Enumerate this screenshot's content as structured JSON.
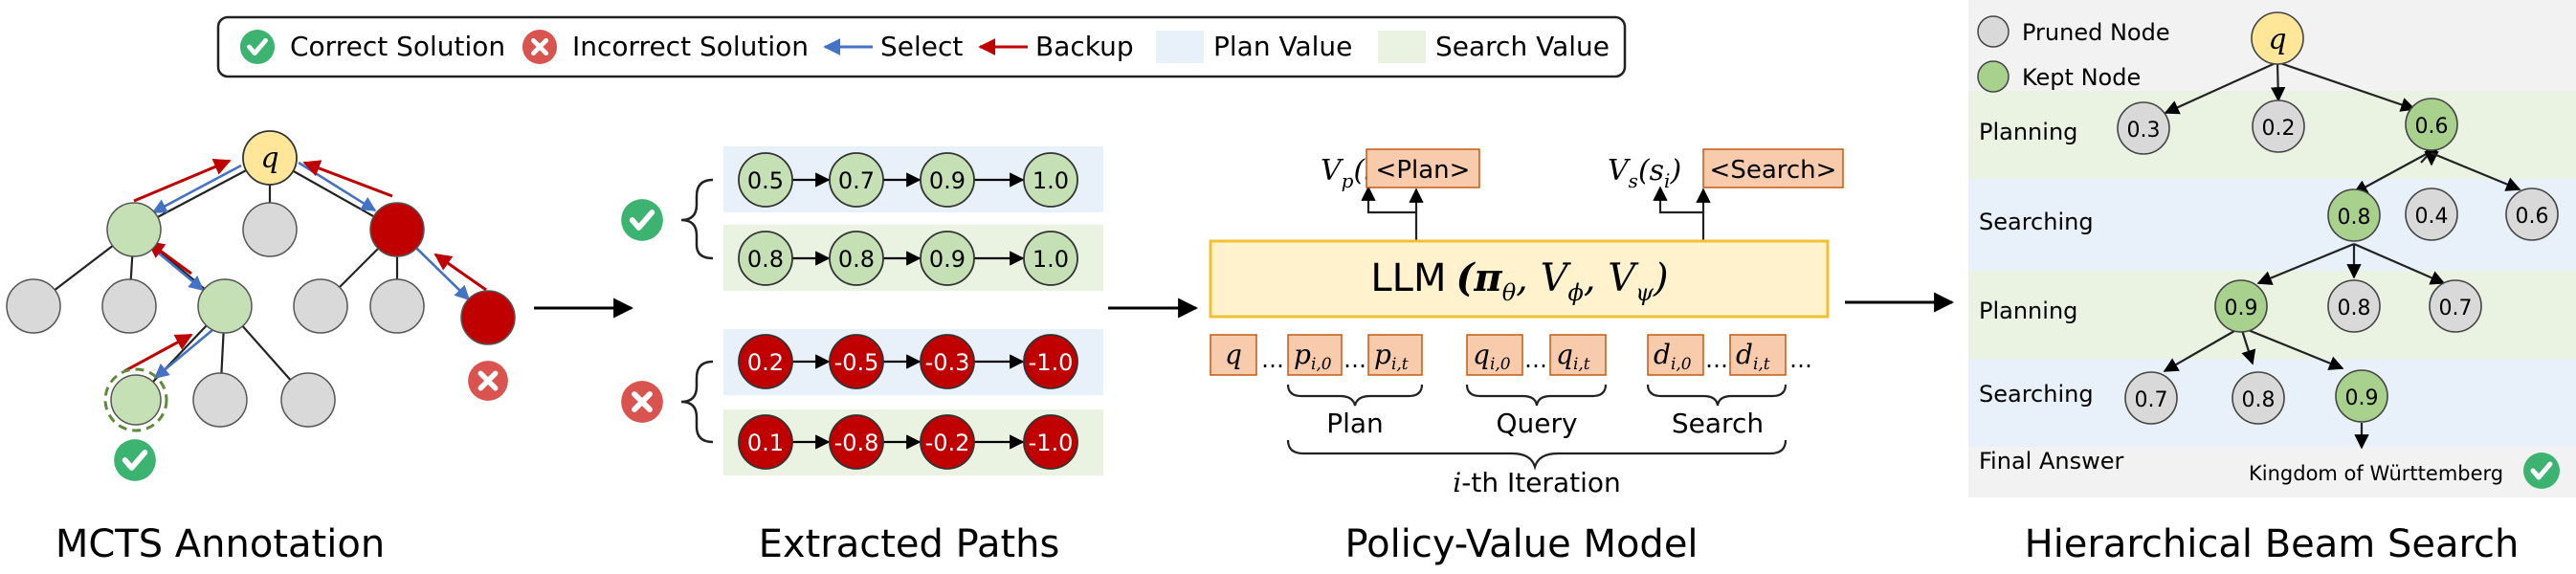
{
  "legend": {
    "correct": "Correct Solution",
    "incorrect": "Incorrect Solution",
    "select": "Select",
    "backup": "Backup",
    "plan_value": "Plan Value",
    "search_value": "Search Value"
  },
  "colors": {
    "green_node": "#c5e0b4",
    "green_stroke": "#5e8a3a",
    "gray_node": "#d9d9d9",
    "red_node": "#c00000",
    "yellow_node": "#ffe699",
    "select_arrow": "#4472c4",
    "backup_arrow": "#c00000",
    "plan_band": "#e8f0fa",
    "search_band": "#eaf3e1",
    "token_box": "#f8cbad",
    "llm_box": "#fff2cc",
    "llm_border": "#f0c030"
  },
  "mcts": {
    "root_label": "q",
    "caption": "MCTS Annotation"
  },
  "paths": {
    "caption": "Extracted Paths",
    "correct_paths": [
      [
        "0.5",
        "0.7",
        "0.9",
        "1.0"
      ],
      [
        "0.8",
        "0.8",
        "0.9",
        "1.0"
      ]
    ],
    "incorrect_paths": [
      [
        "0.2",
        "-0.5",
        "-0.3",
        "-1.0"
      ],
      [
        "0.1",
        "-0.8",
        "-0.2",
        "-1.0"
      ]
    ]
  },
  "model": {
    "caption": "Policy-Value Model",
    "vp_label": "V",
    "vp_sub": "p",
    "vp_arg": "(s",
    "vp_arg_sub": "i",
    "vp_close": ")",
    "plan_token": "<Plan>",
    "vs_label": "V",
    "vs_sub": "s",
    "vs_arg": "(s",
    "vs_arg_sub": "i",
    "vs_close": ")",
    "search_token": "<Search>",
    "llm_text": "LLM",
    "llm_args": "(π",
    "llm_theta": "θ",
    "llm_v1": ", V",
    "llm_phi": "ϕ",
    "llm_v2": ", V",
    "llm_psi": "ψ",
    "llm_close": ")",
    "tokens": {
      "q": "q",
      "p_base": "p",
      "p0_sub": "i,0",
      "pt_sub": "i,t",
      "q_base": "q",
      "q0_sub": "i,0",
      "qt_sub": "i,t",
      "d_base": "d",
      "d0_sub": "i,0",
      "dt_sub": "i,t",
      "dots": "…"
    },
    "group_plan": "Plan",
    "group_query": "Query",
    "group_search": "Search",
    "iteration_var": "i",
    "iteration_text": "-th Iteration"
  },
  "beam": {
    "caption": "Hierarchical Beam Search",
    "pruned_legend": "Pruned Node",
    "kept_legend": "Kept Node",
    "root_label": "q",
    "stages": [
      "Planning",
      "Searching",
      "Planning",
      "Searching",
      "Final Answer"
    ],
    "level1": [
      "0.3",
      "0.2",
      "0.6"
    ],
    "level2": [
      "0.8",
      "0.4",
      "0.6"
    ],
    "level3": [
      "0.9",
      "0.8",
      "0.7"
    ],
    "level4": [
      "0.7",
      "0.8",
      "0.9"
    ],
    "answer": "Kingdom of Württemberg"
  }
}
